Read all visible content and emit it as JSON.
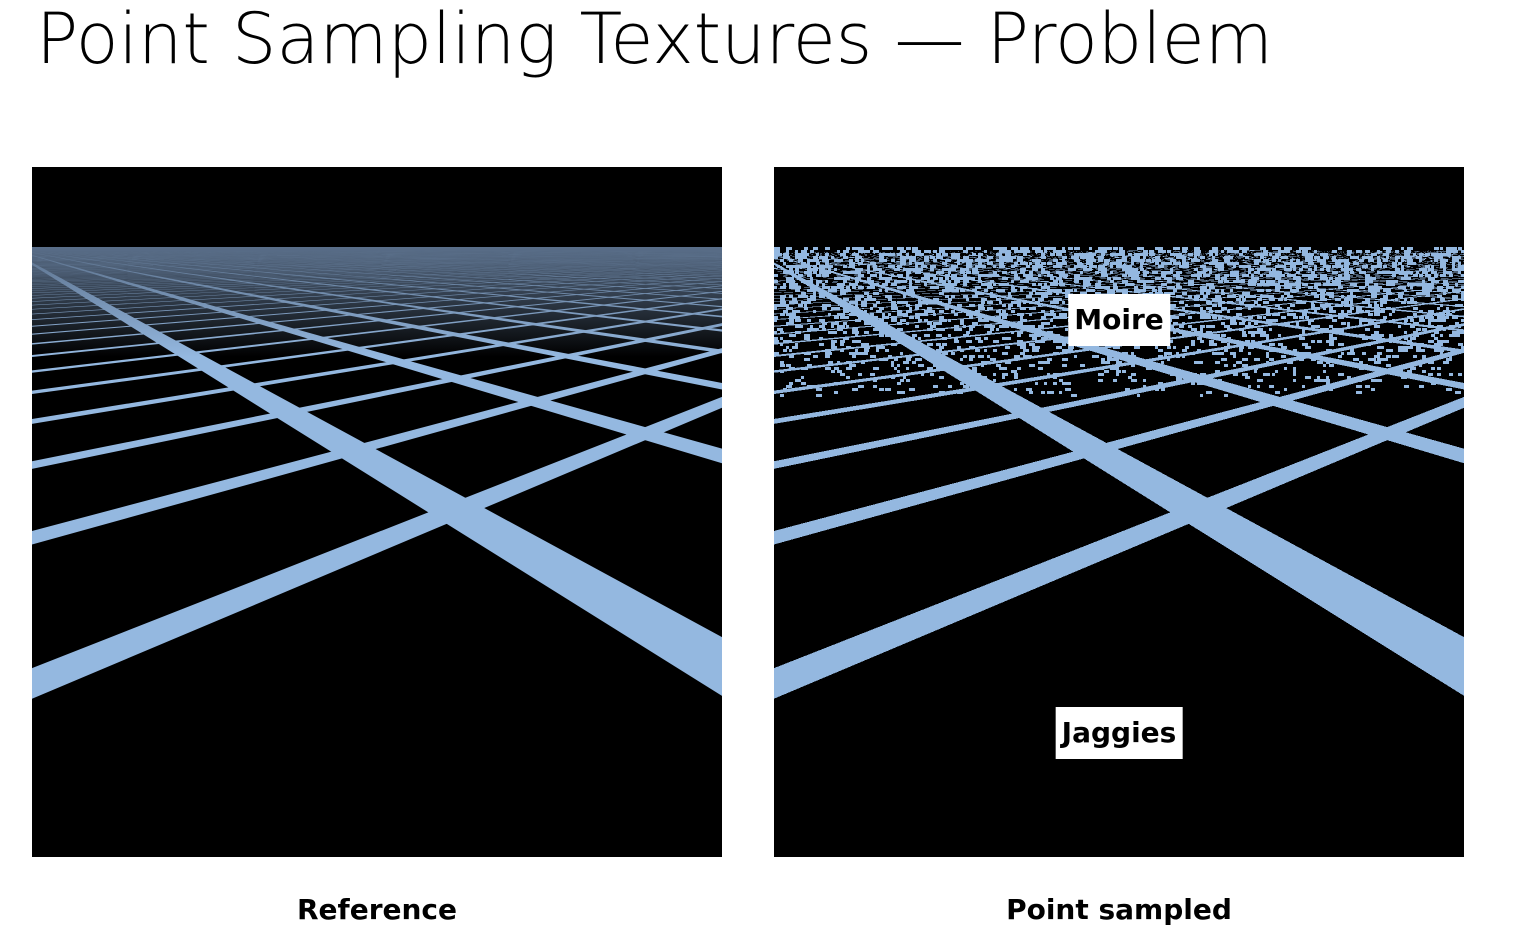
{
  "slide": {
    "title": "Point Sampling Textures — Problem"
  },
  "panels": {
    "reference": {
      "caption": "Reference",
      "grid_color": "#94b8e0",
      "haze_color": "#5a6f8a"
    },
    "point_sampled": {
      "caption": "Point sampled",
      "grid_color": "#94b8e0",
      "callouts": {
        "moire": "Moire",
        "jaggies": "Jaggies"
      }
    }
  },
  "colors": {
    "background": "#000000",
    "slide_background": "#ffffff"
  }
}
